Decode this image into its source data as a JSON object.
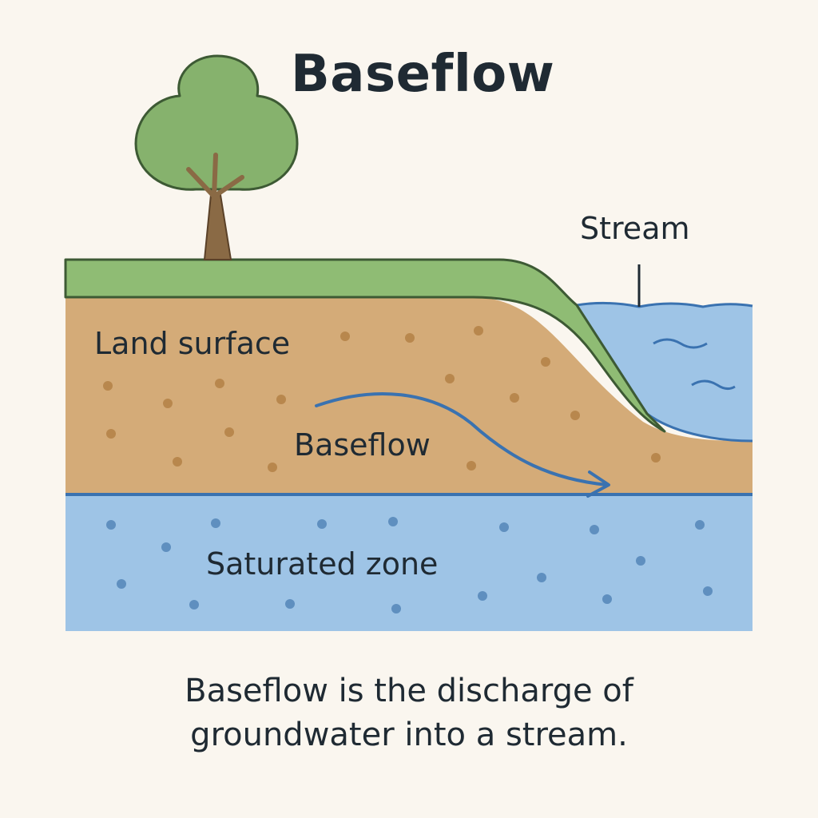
{
  "title": "Baseflow",
  "labels": {
    "stream": "Stream",
    "land_surface": "Land surface",
    "baseflow": "Baseflow",
    "saturated_zone": "Saturated zone"
  },
  "caption": {
    "line1": "Baseflow is the discharge of",
    "line2": "groundwater into a stream."
  },
  "colors": {
    "background": "#faf6ef",
    "grass": "#8fbc74",
    "soil": "#d4ab78",
    "soil_dots": "#b8874d",
    "water": "#9ec4e6",
    "water_dots": "#5f8fbf",
    "water_line": "#3a72b0",
    "tree_canopy": "#86b26d",
    "tree_trunk": "#8a6a45",
    "outline": "#3d5a34",
    "text": "#1f2a33"
  },
  "icons": {
    "tree": "tree-icon",
    "flow_arrow": "arrow-right-icon"
  }
}
